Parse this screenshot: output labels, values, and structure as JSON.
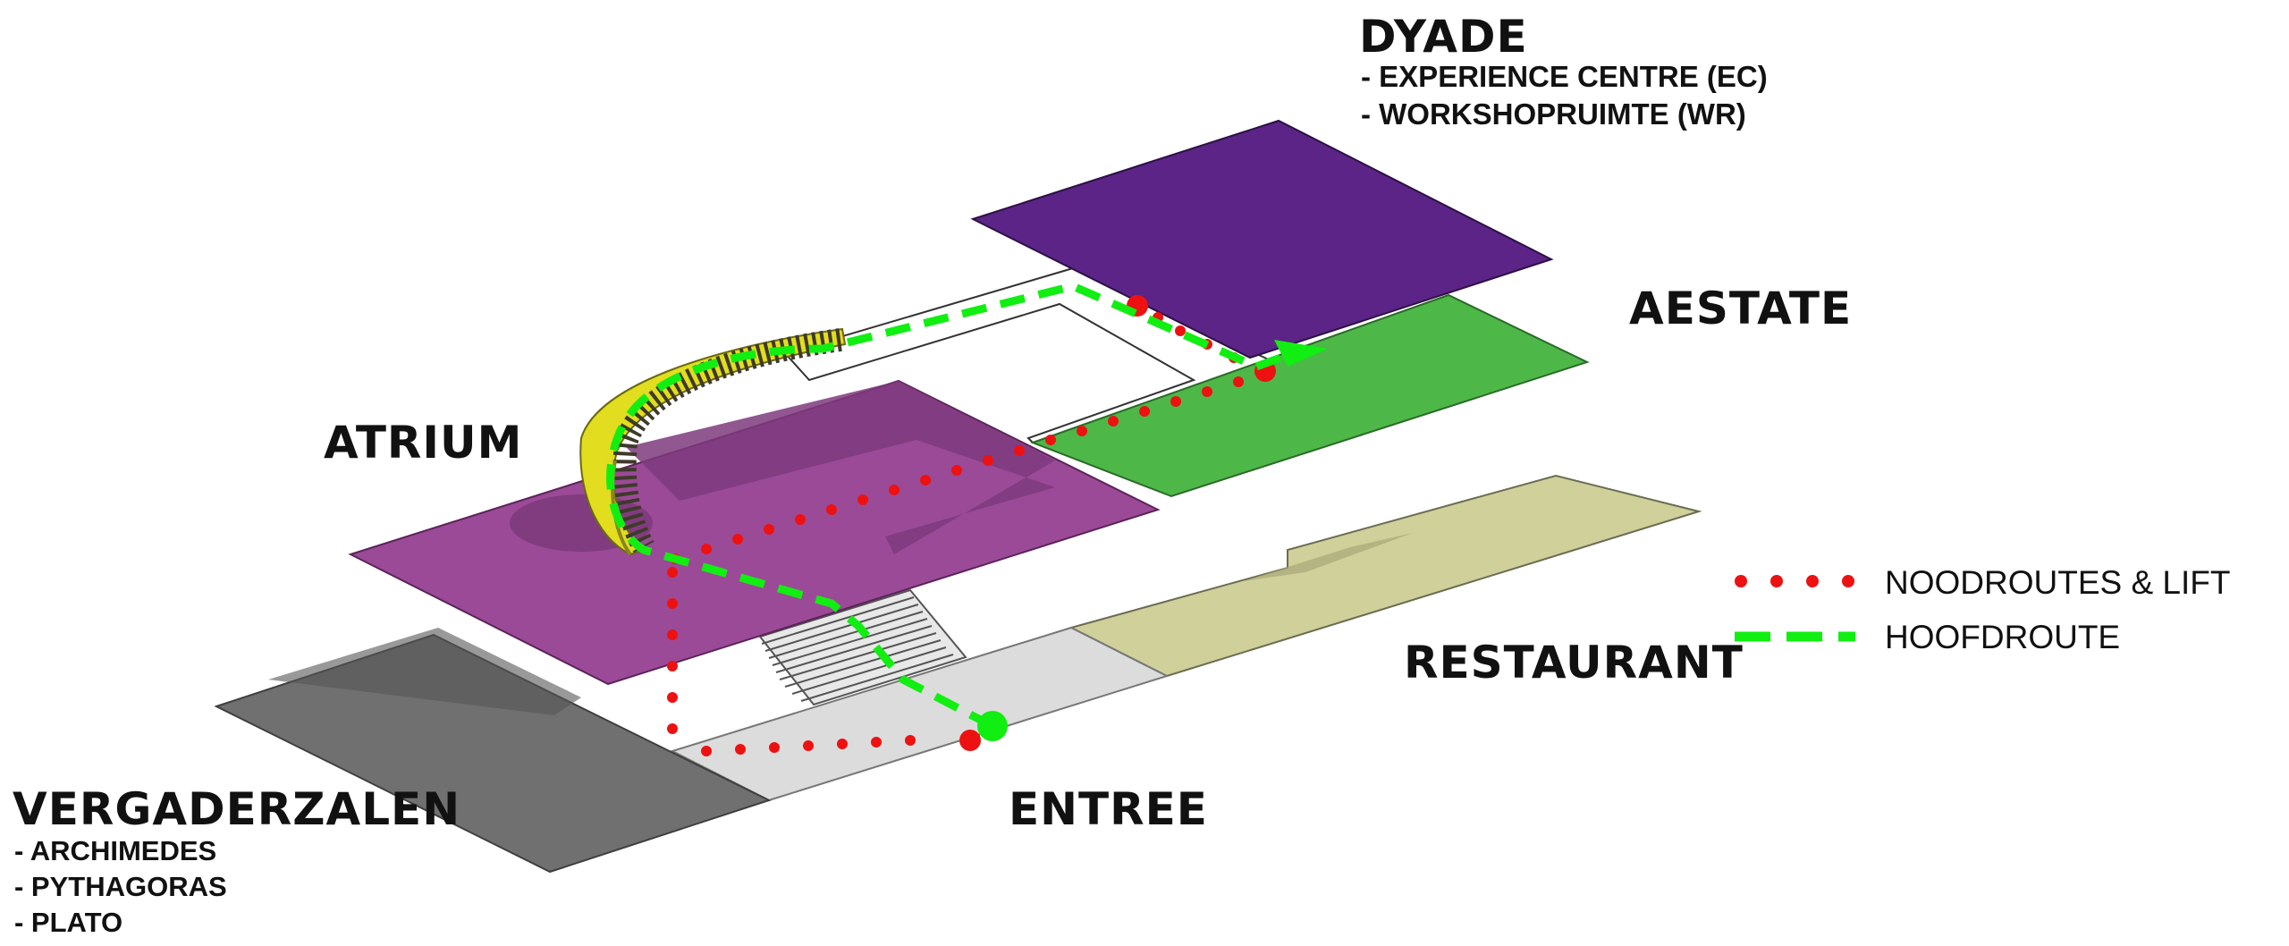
{
  "labels": {
    "dyade": {
      "title": "DYADE",
      "items": [
        "- EXPERIENCE CENTRE (EC)",
        "- WORKSHOPRUIMTE (WR)"
      ]
    },
    "aestate": {
      "title": "AESTATE"
    },
    "atrium": {
      "title": "ATRIUM"
    },
    "restaurant": {
      "title": "RESTAURANT"
    },
    "entree": {
      "title": "ENTREE"
    },
    "vergaderzalen": {
      "title": "VERGADERZALEN",
      "items": [
        "- ARCHIMEDES",
        "- PYTHAGORAS",
        "- PLATO"
      ]
    }
  },
  "legend": {
    "emergency": "NOODROUTES & LIFT",
    "main": "HOOFDROUTE"
  },
  "colors": {
    "dyade": "#5b2586",
    "aestate": "#4fb848",
    "atrium": "#9a4a96",
    "restaurant": "#cfd09a",
    "vergaderzalen": "#727272",
    "entree": "#dddddd",
    "stair": "#e2dd1e",
    "emergency_route": "#ee1111",
    "main_route": "#11ee11"
  }
}
